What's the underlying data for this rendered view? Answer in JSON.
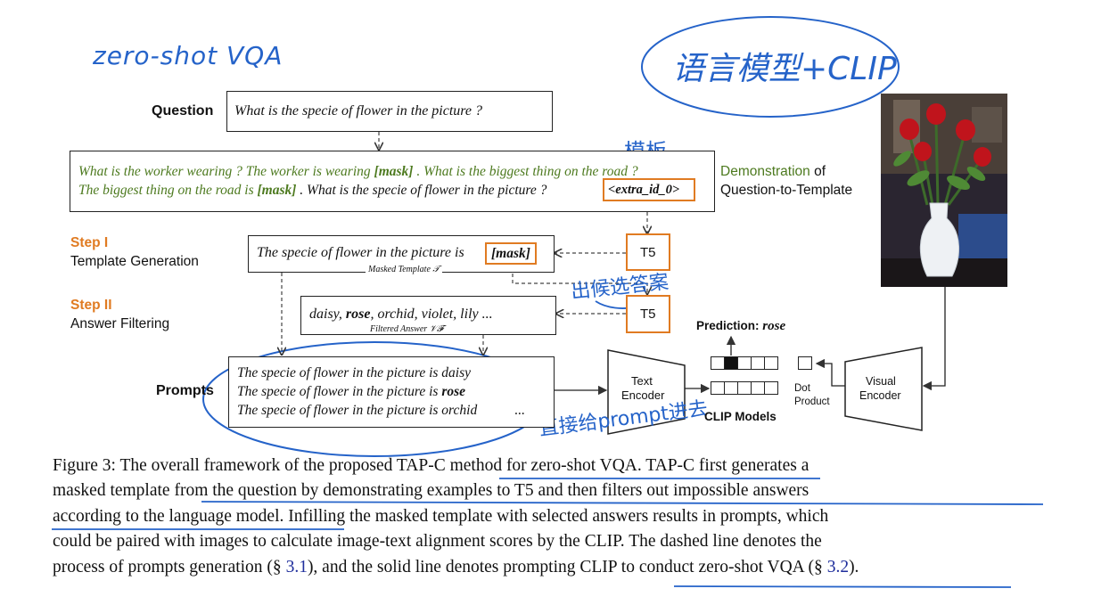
{
  "handwriting": {
    "title": "zero-shot VQA",
    "top_right_note": "语言模型+CLIP",
    "template_note": "模板",
    "answer_note": "出候选答案",
    "prompt_note": "直接给prompt进去"
  },
  "figure": {
    "question_label": "Question",
    "question_text": "What is the specie of flower in the picture ?",
    "demo_line1": "What is the worker wearing ? The worker is wearing ",
    "demo_mask1": "[mask]",
    "demo_line1b": " . What is the biggest thing on the road ?",
    "demo_line2": "The biggest thing on the road is ",
    "demo_mask2": "[mask]",
    "demo_line2b": " . What is the specie of flower in the picture ?",
    "extra_id": "<extra_id_0>",
    "demo_label_green": "Demonstration",
    "demo_label_of": " of",
    "demo_label_line2": "Question-to-Template",
    "step1_title": "Step I",
    "step1_sub": "Template Generation",
    "step2_title": "Step II",
    "step2_sub": "Answer Filtering",
    "masked_template_text": "The specie of flower in the picture is",
    "masked_template_mask": "[mask]",
    "masked_template_caption": "Masked Template 𝒯",
    "t5_label_1": "T5",
    "t5_label_2": "T5",
    "answers_pre": "daisy, ",
    "answers_bold": "rose",
    "answers_post": ", orchid, violet, lily ...",
    "filtered_caption": "Filtered Answer 𝒱𝓕",
    "prompts_label": "Prompts",
    "prompt_1": "The specie of flower in the picture is daisy",
    "prompt_2_pre": "The specie of flower in the picture is ",
    "prompt_2_bold": "rose",
    "prompt_3": "The specie of flower in the picture is orchid",
    "prompt_ellipsis": "...",
    "text_encoder_1": "Text",
    "text_encoder_2": "Encoder",
    "visual_encoder_1": "Visual",
    "visual_encoder_2": "Encoder",
    "prediction_label": "Prediction: ",
    "prediction_value": "rose",
    "dot_1": "Dot",
    "dot_2": "Product",
    "clip_models": "CLIP Models"
  },
  "caption": {
    "line1": "Figure 3: The overall framework of the proposed TAP-C method for zero-shot VQA. TAP-C first generates a",
    "line2": "masked template from the question by demonstrating examples to T5 and then filters out impossible answers",
    "line3": "according to the language model. Infilling the masked template with selected answers results in prompts, which",
    "line4": "could be paired with images to calculate image-text alignment scores by the CLIP. The dashed line denotes the",
    "line5_a": "process of prompts generation (§ ",
    "line5_ref1": "3.1",
    "line5_b": "), and the solid line denotes prompting CLIP to conduct zero-shot VQA (§ ",
    "line5_ref2": "3.2",
    "line5_c": ")."
  },
  "colors": {
    "handwriting": "#2563c9",
    "demo_green": "#4d7a1f",
    "step_orange": "#e07b22",
    "t5_border": "#e07b22",
    "citation": "#1f2e9c"
  }
}
